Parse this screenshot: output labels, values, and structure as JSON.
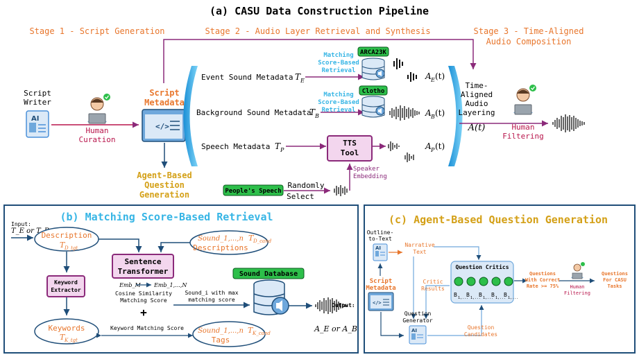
{
  "top": {
    "title": "(a) CASU Data Construction Pipeline",
    "stage1": "Stage 1 - Script Generation",
    "stage2": "Stage 2 - Audio Layer Retrieval and Synthesis",
    "stage3_line1": "Stage 3 - Time-Aligned",
    "stage3_line2": "Audio Composition",
    "script_writer_line1": "Script",
    "script_writer_line2": "Writer",
    "human_curation_line1": "Human",
    "human_curation_line2": "Curation",
    "script_metadata_line1": "Script",
    "script_metadata_line2": "Metadata",
    "agent_qg_line1": "Agent-Based",
    "agent_qg_line2": "Question",
    "agent_qg_line3": "Generation",
    "event_meta": "Event Sound Metadata",
    "event_sym": "T",
    "event_sub": "E",
    "bg_meta": "Background Sound Metadata",
    "bg_sym": "T",
    "bg_sub": "B",
    "speech_meta": "Speech Metadata",
    "speech_sym": "T",
    "speech_sub": "P",
    "arca": "ARCA23K",
    "clotho": "Clotho",
    "msbr1_line1": "Matching",
    "msbr1_line2": "Score-Based",
    "msbr1_line3": "Retrieval",
    "msbr2_line1": "Matching",
    "msbr2_line2": "Score-Based",
    "msbr2_line3": "Retrieval",
    "ae": "A",
    "ae_sub": "E",
    "ab": "A",
    "ab_sub": "B",
    "ap": "A",
    "ap_sub": "P",
    "t_arg": "(t)",
    "tts_line1": "TTS",
    "tts_line2": "Tool",
    "speaker_line1": "Speaker",
    "speaker_line2": "Embedding",
    "peoples_speech": "People's Speech",
    "randomly_line1": "Randomly",
    "randomly_line2": "Select",
    "tal_line1": "Time-",
    "tal_line2": "Aligned",
    "tal_line3": "Audio",
    "tal_line4": "Layering",
    "at": "A(t)",
    "human_filter_line1": "Human",
    "human_filter_line2": "Filtering",
    "ai_label": "AI"
  },
  "b": {
    "title": "(b) Matching Score-Based Retrieval",
    "input_line1": "Input:",
    "input_line2": "T_E or T_B",
    "description": "Description",
    "desc_sym": "T",
    "desc_sub": "D_tgt",
    "sound_descs_line1": "Sound_1,...,n",
    "sound_descs_line2": "Descriptions",
    "cand_desc_sym": "T",
    "cand_desc_sub": "D_cand",
    "sentence_line1": "Sentence",
    "sentence_line2": "Transformer",
    "emb_m": "Emb_M",
    "emb_n": "Emb_1,...,N",
    "cosine_line1": "Cosine Similarity",
    "cosine_line2": "Matching Score",
    "plus": "+",
    "keyword_extractor_line1": "Keyword",
    "keyword_extractor_line2": "Extractor",
    "keywords": "Keywords",
    "kw_sym": "T",
    "kw_sub": "K_tgt",
    "keyword_score": "Keyword Matching Score",
    "sound_tags_line1": "Sound_1,...,n",
    "sound_tags_line2": "Tags",
    "cand_kw_sym": "T",
    "cand_kw_sub": "K_cand",
    "sound_db": "Sound Database",
    "max_line1": "Sound_i with max",
    "max_line2": "matching score",
    "output": "Output:",
    "out_formula": "A_E or A_B"
  },
  "c": {
    "title": "(c) Agent-Based Question Generation",
    "outline_line1": "Outline-",
    "outline_line2": "to-Text",
    "narrative_line1": "Narrative",
    "narrative_line2": "Text",
    "script_meta_line1": "Script",
    "script_meta_line2": "Metadata",
    "critic_line1": "Critic",
    "critic_line2": "Results",
    "question_critics": "Question Critics",
    "qgen_line1": "Question",
    "qgen_line2": "Generator",
    "candidates_line1": "Question",
    "candidates_line2": "Candidates",
    "correct_line1": "Questions",
    "correct_line2": "With Correct",
    "correct_line3": "Rate >= 75%",
    "human_filter_line1": "Human",
    "human_filter_line2": "Filtering",
    "final_line1": "Questions",
    "final_line2": "For CASU",
    "final_line3": "Tasks",
    "b1": "B",
    "critic_sub": "1,...",
    "ai_label": "AI"
  },
  "colors": {
    "orange": "#e8762c",
    "gold": "#d4a017",
    "purple": "#8b2a7a",
    "crimson": "#b8154b",
    "sky": "#36b5e5",
    "navy": "#1f4e79",
    "green": "#2dbf4a",
    "screen": "#4a90d9"
  }
}
